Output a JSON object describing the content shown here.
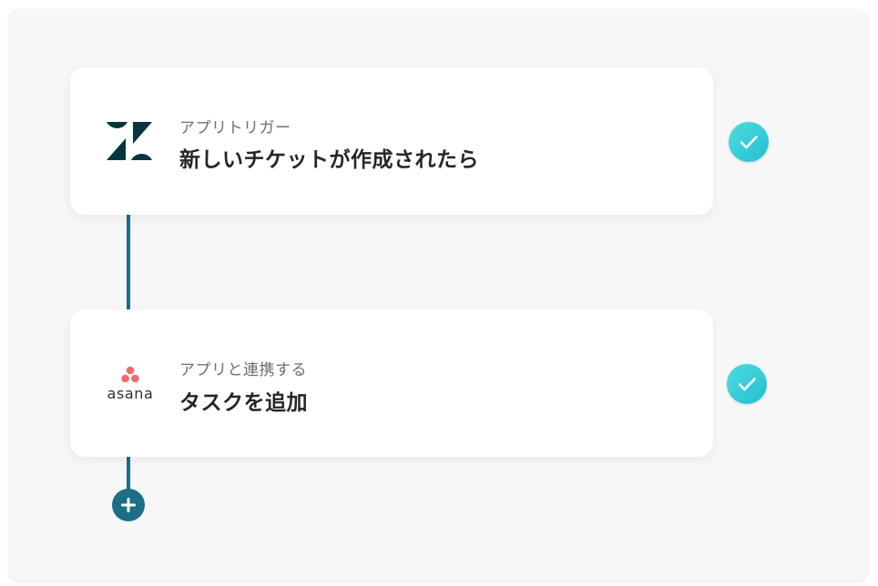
{
  "flow": {
    "steps": [
      {
        "kicker": "アプリトリガー",
        "title": "新しいチケットが作成されたら",
        "icon": "zendesk-logo-icon",
        "status": "complete"
      },
      {
        "kicker": "アプリと連携する",
        "title": "タスクを追加",
        "icon": "asana-logo-icon",
        "logo_text": "asana",
        "status": "complete"
      }
    ],
    "add_step_icon": "plus-icon"
  },
  "colors": {
    "panel_bg": "#f7f7f7",
    "connector": "#1c6f87",
    "check_bg": "#22bfd0",
    "zendesk": "#03363d",
    "asana_dots": "#f06a6a"
  }
}
